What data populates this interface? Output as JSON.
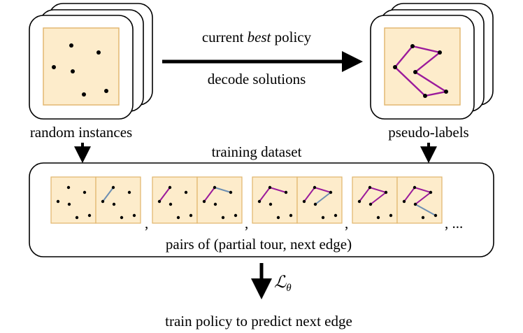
{
  "labels": {
    "random_instances": "random instances",
    "pseudo_labels": "pseudo-labels",
    "current_policy_prefix": "current ",
    "current_policy_emph": "best",
    "current_policy_suffix": " policy",
    "decode_solutions": "decode solutions",
    "training_dataset": "training dataset",
    "pairs_caption": "pairs of (partial tour, next edge)",
    "loss_symbol": "ℒ",
    "loss_subscript": "θ",
    "train_policy": "train policy to predict next edge",
    "separator": ",",
    "ellipsis": ", ..."
  },
  "colors": {
    "panel_fill": "#fdeccb",
    "panel_stroke": "#e0b46a",
    "tour_edge": "#9b1a9b",
    "next_edge": "#6e8fb2",
    "node": "#000000"
  },
  "icons": {
    "main_arrow": "right-arrow",
    "down_arrow": "down-arrow",
    "loss_arrow": "down-arrow"
  }
}
